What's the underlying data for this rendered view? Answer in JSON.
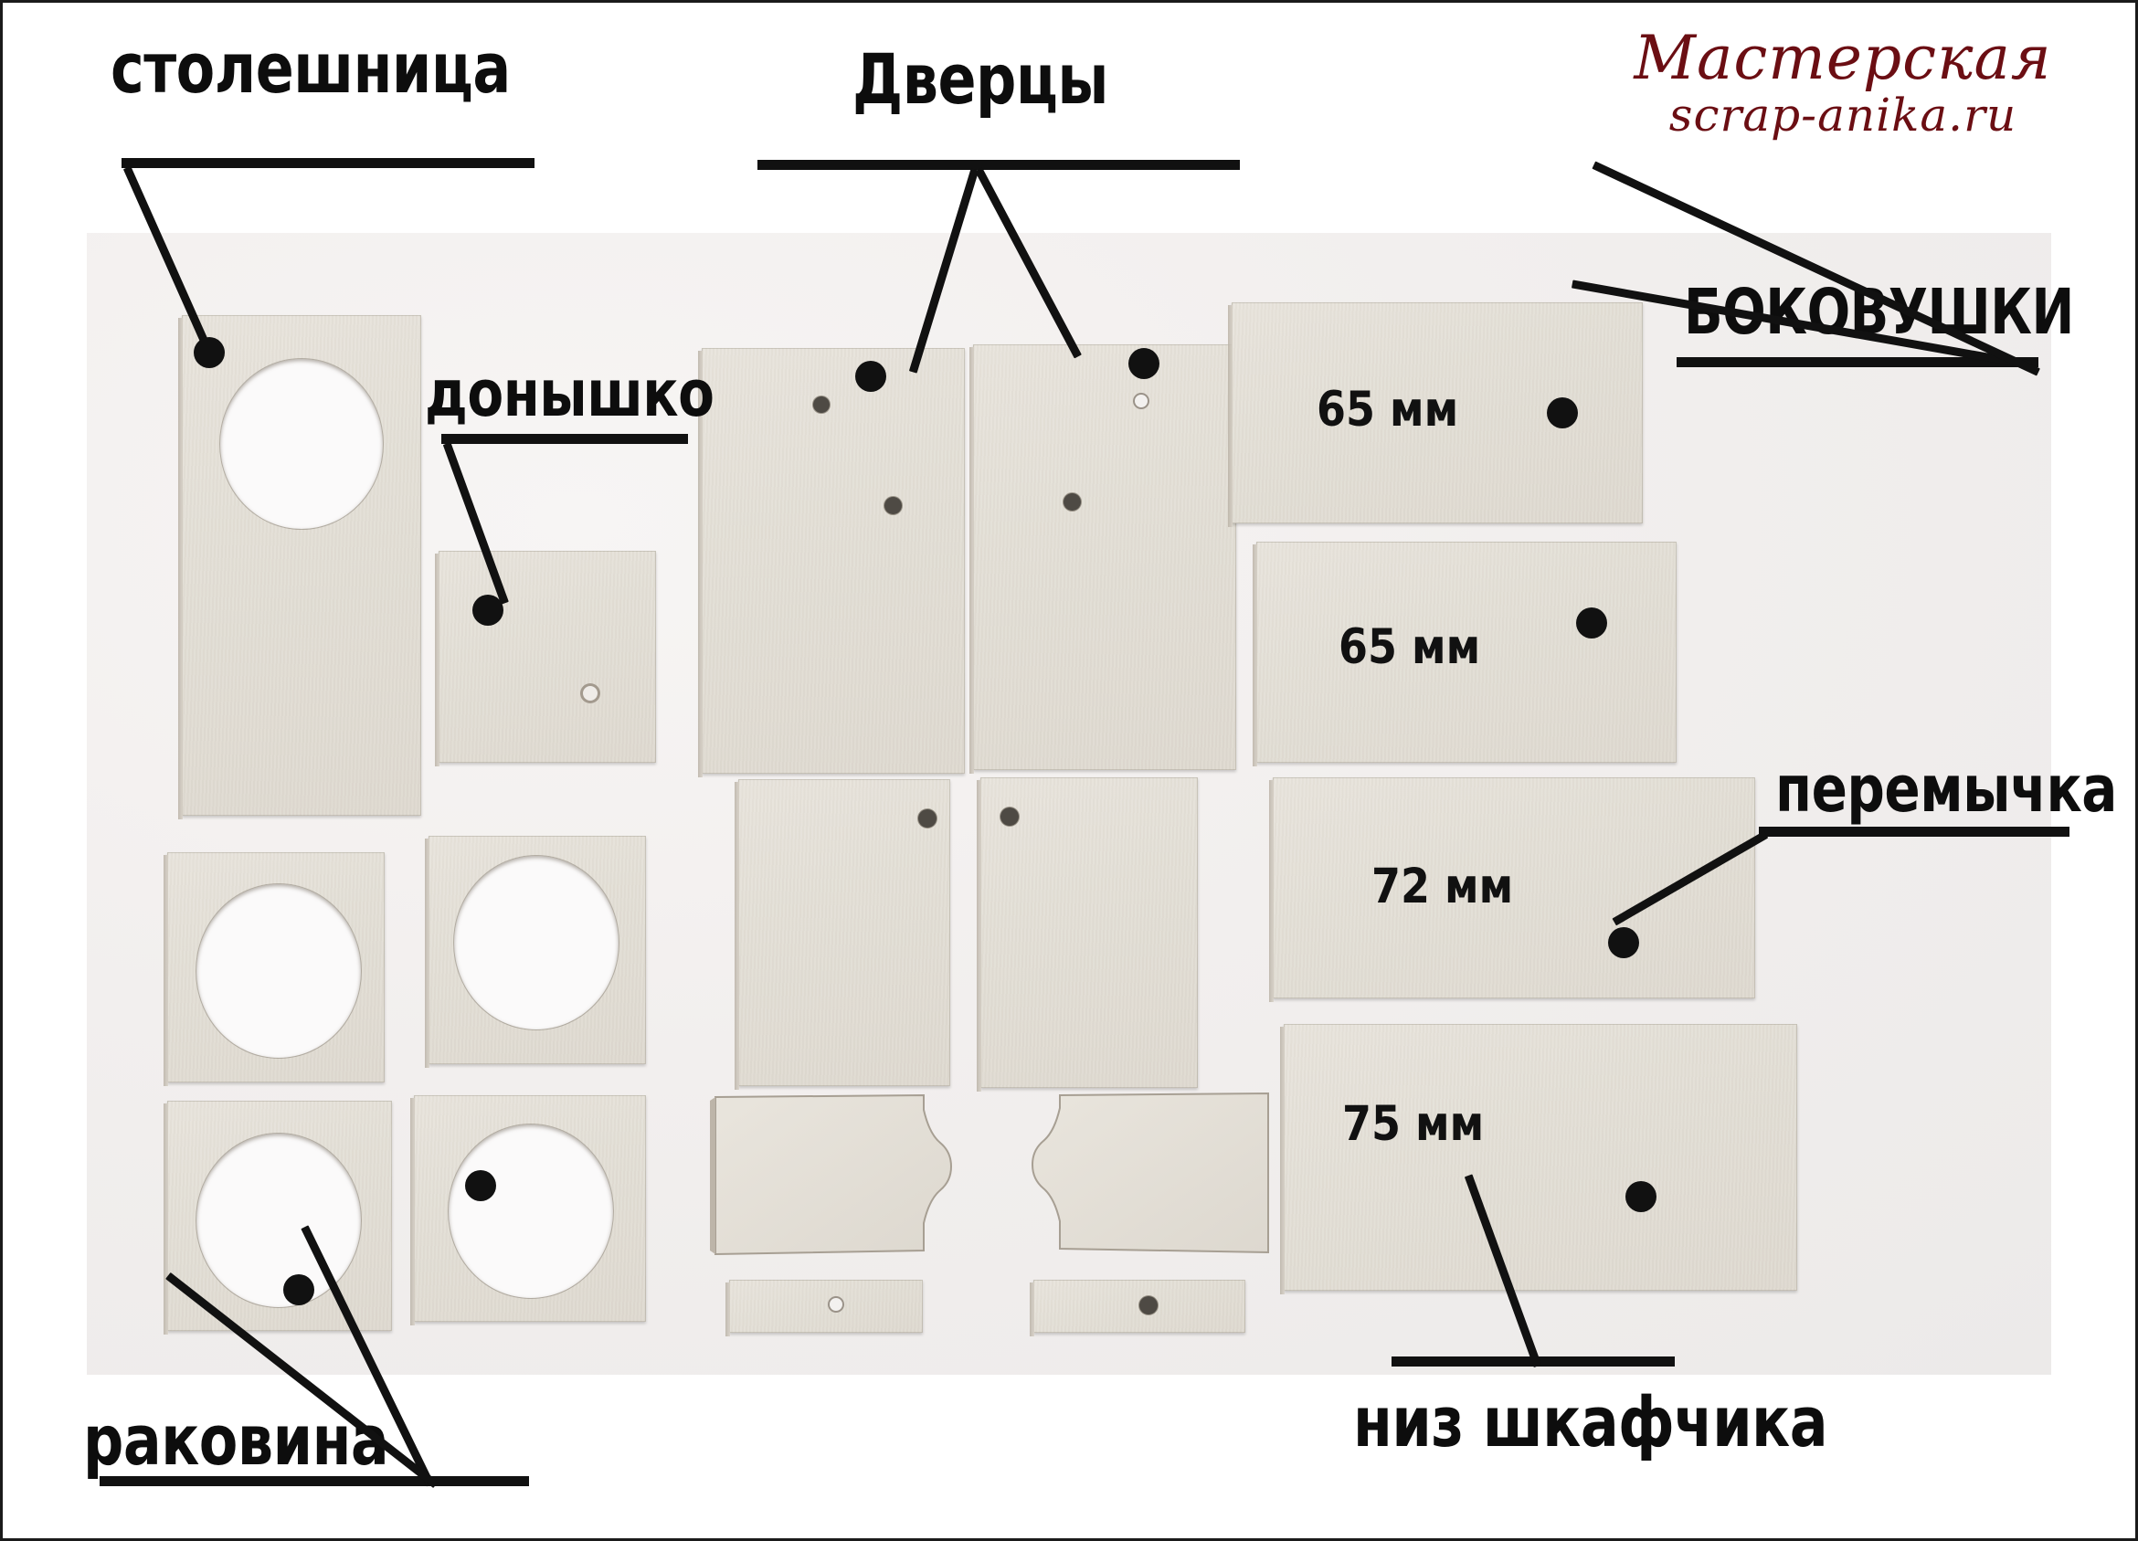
{
  "watermark": {
    "line1": "Мастерская",
    "line2": "scrap-anika.ru",
    "color": "#6b0e13"
  },
  "labels": {
    "countertop": "столешница",
    "doors": "Дверцы",
    "bottom_plate": "донышко",
    "side_panels": "БОКОВУШКИ",
    "bridge": "перемычка",
    "cabinet_bottom": "низ шкафчика",
    "sink": "раковина"
  },
  "measurements": {
    "side_top": "65  мм",
    "side_second": "65  мм",
    "bridge": "72 мм",
    "cabinet_bottom": "75  мм"
  },
  "colors": {
    "ink": "#111111",
    "board": "#e5e1d8",
    "photo_bg": "#f2efee"
  }
}
